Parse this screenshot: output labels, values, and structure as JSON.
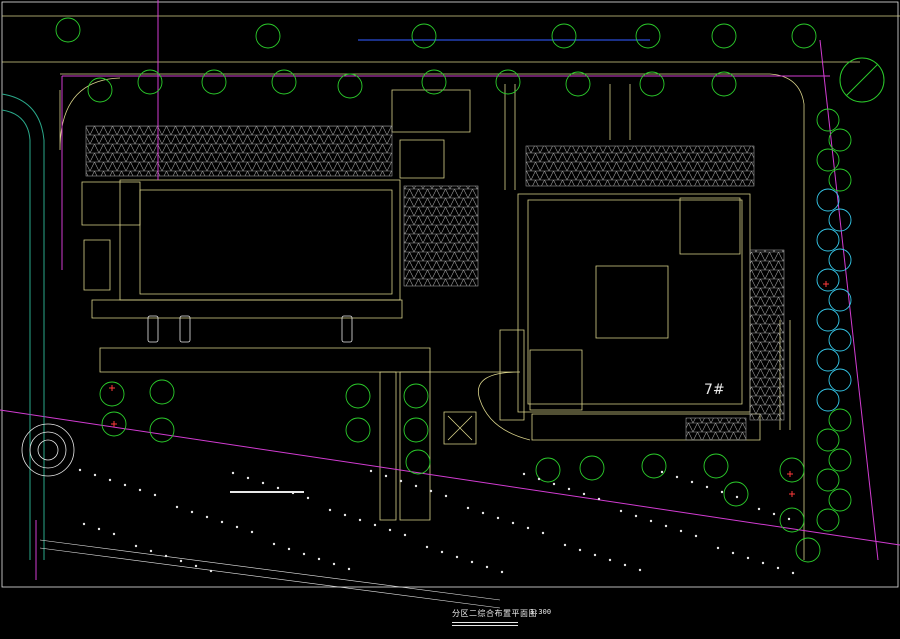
{
  "drawing": {
    "title": "分区二综合布置平面图",
    "scale": "1:300",
    "building_label": "7#",
    "colors": {
      "background": "#000000",
      "boundary": "#d9d38a",
      "building": "#d9d38a",
      "hatch": "#9a9a9a",
      "tree": "#2bcc2b",
      "property_line": "#d23cd2",
      "road": "#2aa88a",
      "pipe": "#2a4cd8",
      "marker": "#ff3a3a",
      "white": "#e8e8e8",
      "cyan": "#35c7e8"
    }
  }
}
